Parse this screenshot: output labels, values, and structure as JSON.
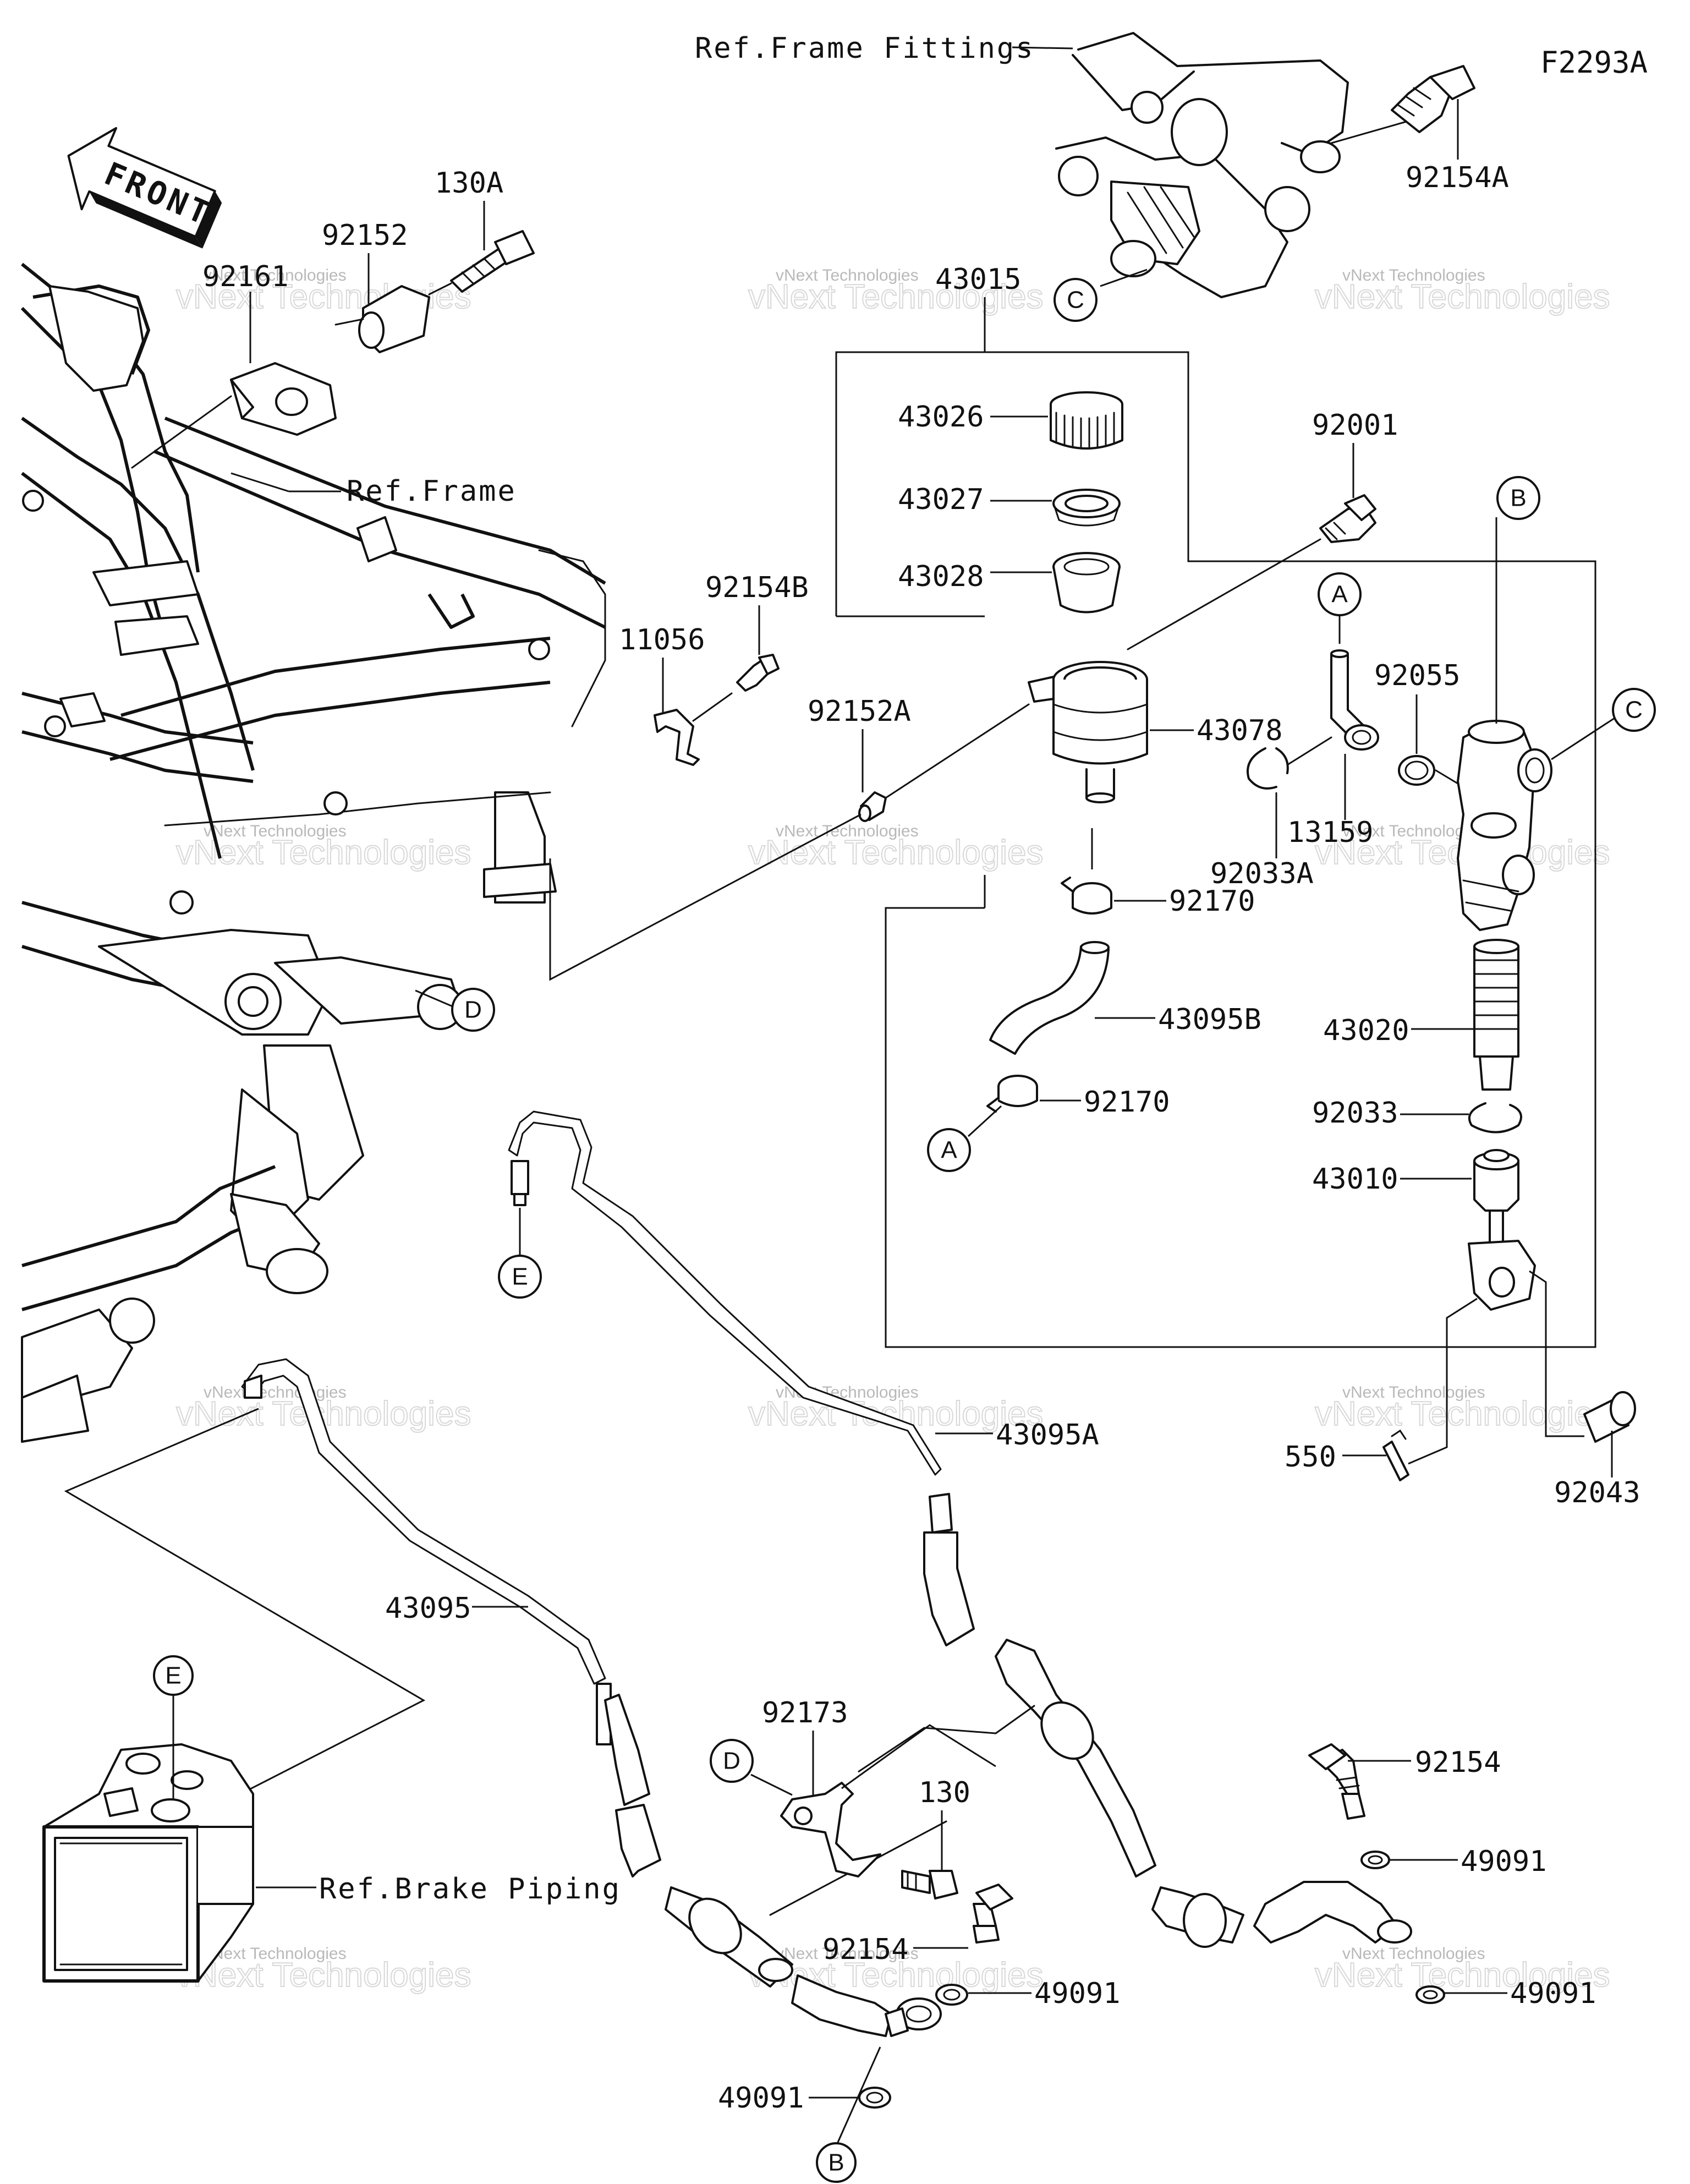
{
  "diagram_code": "F2293A",
  "front_label": "FRONT",
  "references": {
    "frame_fittings": "Ref.Frame Fittings",
    "frame": "Ref.Frame",
    "brake_piping": "Ref.Brake Piping"
  },
  "parts": {
    "p92161": "92161",
    "p92152": "92152",
    "p130A": "130A",
    "p92154A": "92154A",
    "p43015": "43015",
    "p43026": "43026",
    "p43027": "43027",
    "p43028": "43028",
    "p92001": "92001",
    "p92154B": "92154B",
    "p11056": "11056",
    "p92152A": "92152A",
    "p43078": "43078",
    "p92055": "92055",
    "p92033A": "92033A",
    "p13159": "13159",
    "p92170a": "92170",
    "p92170b": "92170",
    "p43095B": "43095B",
    "p43020": "43020",
    "p92033": "92033",
    "p43010": "43010",
    "p550": "550",
    "p92043": "92043",
    "p43095A": "43095A",
    "p43095": "43095",
    "p92173": "92173",
    "p130": "130",
    "p92154a": "92154",
    "p92154b": "92154",
    "p49091a": "49091",
    "p49091b": "49091",
    "p49091c": "49091",
    "p49091d": "49091"
  },
  "callouts": {
    "A": "A",
    "B": "B",
    "C": "C",
    "D": "D",
    "E": "E"
  },
  "watermark": {
    "line1": "vNext Technologies",
    "line2": "vNext Technologies"
  }
}
